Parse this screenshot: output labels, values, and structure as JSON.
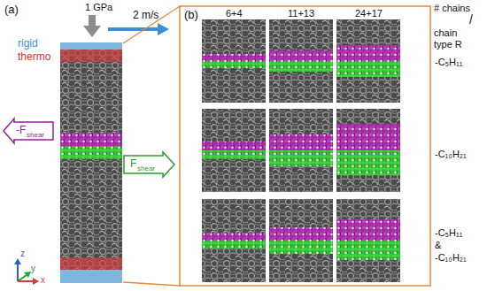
{
  "diagram": {
    "labels": [
      "(a)",
      "1 GPa",
      "2 m/s",
      "rigid",
      "thermo",
      "-F",
      "shear",
      "F",
      "shear",
      "z",
      "y",
      "x",
      "(b)",
      "6+4",
      "11+13",
      "24+17",
      "# chains",
      "/",
      "chain type R",
      "-C₅H₁₁",
      "-C₁₀H₂₁",
      "-C₅H₁₁",
      "&",
      "-C₁₀H₂₁"
    ]
  }
}
